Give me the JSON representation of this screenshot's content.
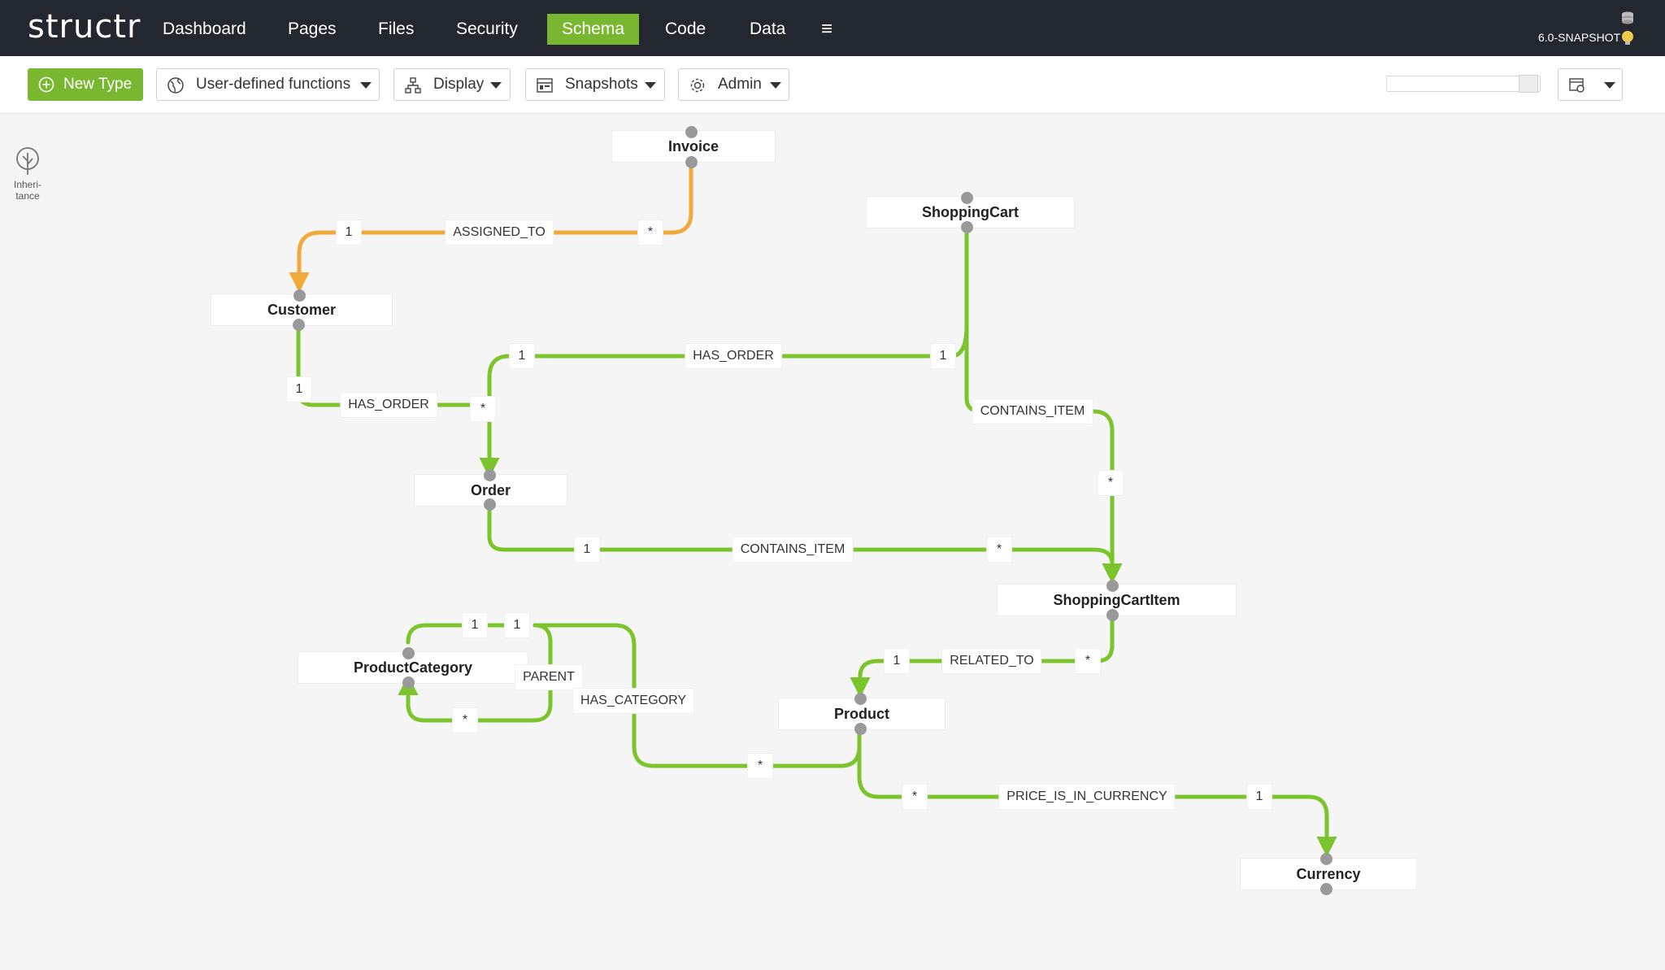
{
  "app": {
    "logo": "structr",
    "version": "6.0-SNAPSHOT"
  },
  "nav": {
    "items": [
      {
        "label": "Dashboard"
      },
      {
        "label": "Pages"
      },
      {
        "label": "Files"
      },
      {
        "label": "Security"
      },
      {
        "label": "Schema",
        "active": true
      },
      {
        "label": "Code"
      },
      {
        "label": "Data"
      }
    ],
    "more": "≡"
  },
  "toolbar": {
    "new_type": "New Type",
    "user_functions": "User-defined functions",
    "display": "Display",
    "snapshots": "Snapshots",
    "admin": "Admin"
  },
  "sidebar": {
    "inheritance_line1": "Inheri-",
    "inheritance_line2": "tance"
  },
  "colors": {
    "accent": "#7ab730",
    "edge_green": "#7bc42c",
    "edge_orange": "#f2a93b",
    "nav_bg": "#232830"
  },
  "schema": {
    "nodes": {
      "invoice": "Invoice",
      "shopping_cart": "ShoppingCart",
      "customer": "Customer",
      "order": "Order",
      "shopping_cart_item": "ShoppingCartItem",
      "product_category": "ProductCategory",
      "product": "Product",
      "currency": "Currency"
    },
    "relationships": {
      "assigned_to": "ASSIGNED_TO",
      "has_order_cart": "HAS_ORDER",
      "has_order_customer": "HAS_ORDER",
      "contains_item_cart": "CONTAINS_ITEM",
      "contains_item_order": "CONTAINS_ITEM",
      "parent": "PARENT",
      "has_category": "HAS_CATEGORY",
      "related_to": "RELATED_TO",
      "price_is_in_currency": "PRICE_IS_IN_CURRENCY"
    },
    "cardinality": {
      "one": "1",
      "many": "*"
    }
  }
}
